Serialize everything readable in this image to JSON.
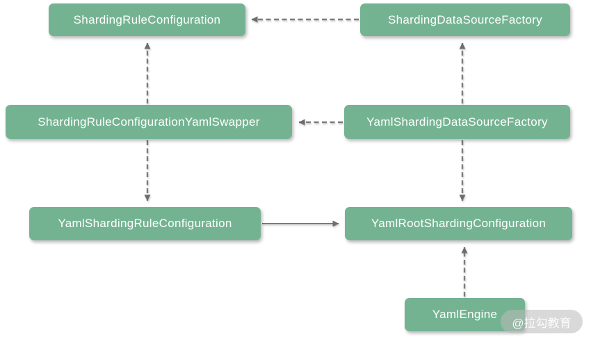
{
  "diagram": {
    "nodes": [
      {
        "id": "sharding-rule-configuration",
        "label": "ShardingRuleConfiguration"
      },
      {
        "id": "sharding-data-source-factory",
        "label": "ShardingDataSourceFactory"
      },
      {
        "id": "sharding-rule-configuration-yaml-swapper",
        "label": "ShardingRuleConfigurationYamlSwapper"
      },
      {
        "id": "yaml-sharding-data-source-factory",
        "label": "YamlShardingDataSourceFactory"
      },
      {
        "id": "yaml-sharding-rule-configuration",
        "label": "YamlShardingRuleConfiguration"
      },
      {
        "id": "yaml-root-sharding-configuration",
        "label": "YamlRootShardingConfiguration"
      },
      {
        "id": "yaml-engine",
        "label": "YamlEngine"
      }
    ],
    "edges": [
      {
        "from": "sharding-data-source-factory",
        "to": "sharding-rule-configuration",
        "style": "dashed",
        "direction": "left"
      },
      {
        "from": "sharding-rule-configuration-yaml-swapper",
        "to": "sharding-rule-configuration",
        "style": "dashed",
        "direction": "up"
      },
      {
        "from": "yaml-sharding-data-source-factory",
        "to": "sharding-rule-configuration-yaml-swapper",
        "style": "dashed",
        "direction": "left"
      },
      {
        "from": "yaml-sharding-data-source-factory",
        "to": "sharding-data-source-factory",
        "style": "dashed",
        "direction": "up"
      },
      {
        "from": "sharding-rule-configuration-yaml-swapper",
        "to": "yaml-sharding-rule-configuration",
        "style": "dashed",
        "direction": "down"
      },
      {
        "from": "yaml-sharding-rule-configuration",
        "to": "yaml-root-sharding-configuration",
        "style": "solid",
        "direction": "right"
      },
      {
        "from": "yaml-sharding-data-source-factory",
        "to": "yaml-root-sharding-configuration",
        "style": "dashed",
        "direction": "down"
      },
      {
        "from": "yaml-engine",
        "to": "yaml-root-sharding-configuration",
        "style": "dashed",
        "direction": "up"
      }
    ],
    "colors": {
      "node_fill": "#74B392",
      "node_text": "#FFFFFF",
      "edge_stroke": "#7C7C7C",
      "background": "#FFFFFF"
    }
  },
  "watermark": {
    "text": "@拉勾教育"
  }
}
